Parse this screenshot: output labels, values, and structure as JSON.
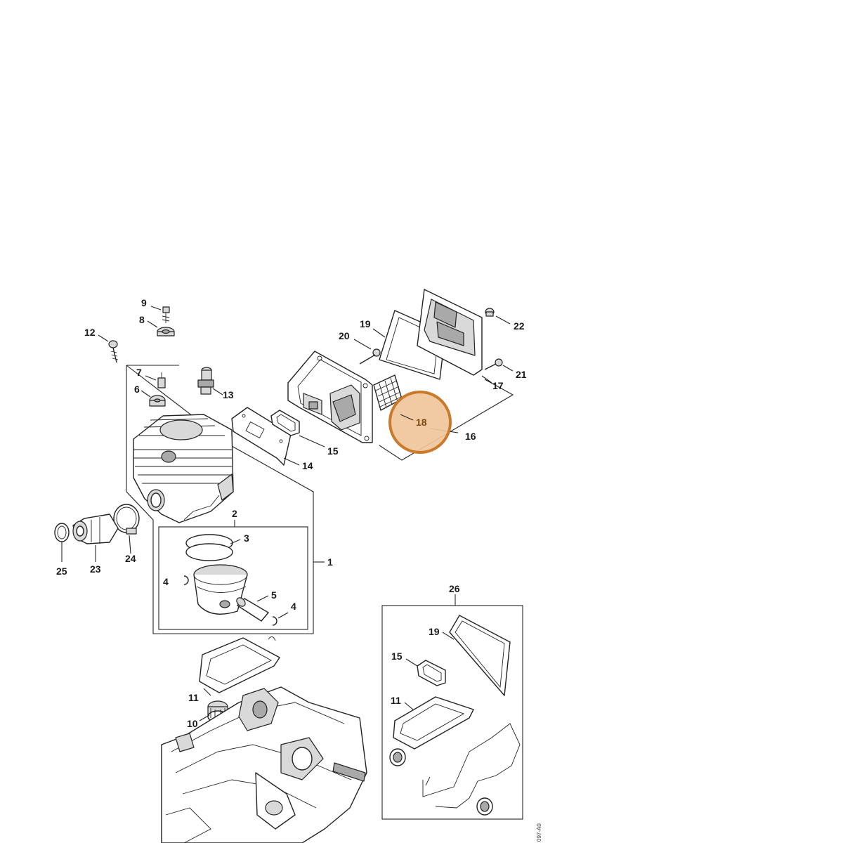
{
  "diagram": {
    "document_ref": "097-A0",
    "highlight": {
      "color_fill": "#f0c49a",
      "color_stroke": "#c97a2a"
    },
    "callouts": {
      "c1": "1",
      "c2": "2",
      "c3": "3",
      "c4a": "4",
      "c4b": "4",
      "c5": "5",
      "c6": "6",
      "c7": "7",
      "c8": "8",
      "c9": "9",
      "c10": "10",
      "c11a": "11",
      "c11b": "11",
      "c12": "12",
      "c13": "13",
      "c14": "14",
      "c15a": "15",
      "c15b": "15",
      "c16": "16",
      "c17": "17",
      "c18": "18",
      "c19a": "19",
      "c19b": "19",
      "c20": "20",
      "c21": "21",
      "c22": "22",
      "c23": "23",
      "c24": "24",
      "c25": "25",
      "c26": "26"
    }
  }
}
